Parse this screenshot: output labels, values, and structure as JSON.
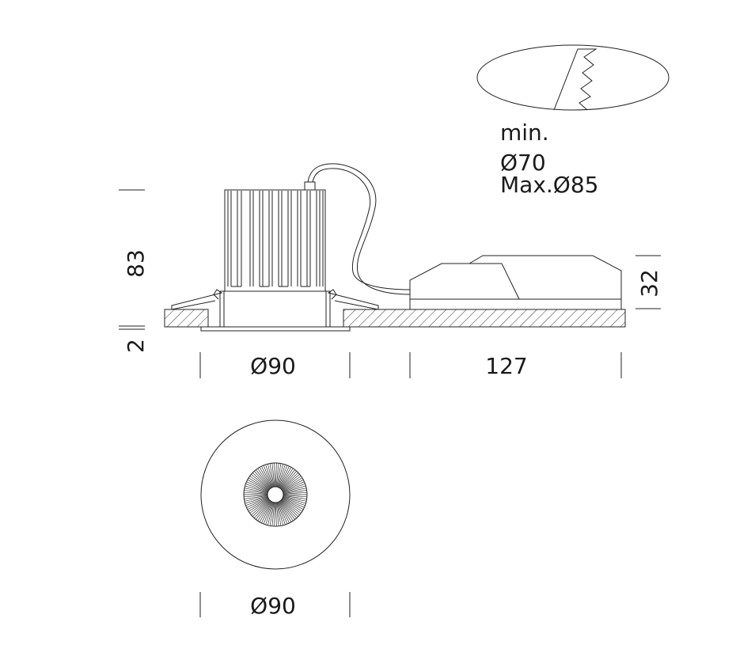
{
  "notes": {
    "min_label": "min.",
    "min_diameter": "Ø70",
    "max_diameter": "Max.Ø85"
  },
  "dimensions": {
    "height": "83",
    "trim_thickness": "2",
    "trim_diameter_side": "Ø90",
    "driver_length": "127",
    "driver_height": "32",
    "trim_diameter_bottom": "Ø90"
  },
  "colors": {
    "line": "#222222",
    "background": "#ffffff"
  }
}
